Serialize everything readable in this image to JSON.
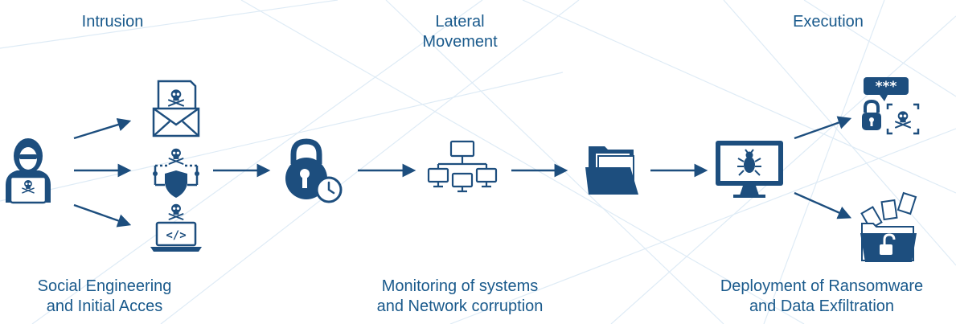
{
  "phases": {
    "intrusion": "Intrusion",
    "lateral": "Lateral\nMovement",
    "execution": "Execution"
  },
  "descriptions": {
    "intrusion": "Social Engineering\nand Initial Acces",
    "lateral": "Monitoring of systems\nand Network corruption",
    "execution": "Deployment of Ransomware\nand Data Exfiltration"
  },
  "icons": [
    "hacker-icon",
    "phishing-email-icon",
    "malicious-network-icon",
    "malicious-code-laptop-icon",
    "padlock-timer-icon",
    "network-computers-icon",
    "folder-icon",
    "infected-monitor-icon",
    "password-lock-skull-icon",
    "open-lock-folder-icon"
  ],
  "password_mask": "***",
  "colors": {
    "primary": "#1d4e7e",
    "text": "#1a5a8c",
    "background_lines": "#dbe9f5"
  }
}
